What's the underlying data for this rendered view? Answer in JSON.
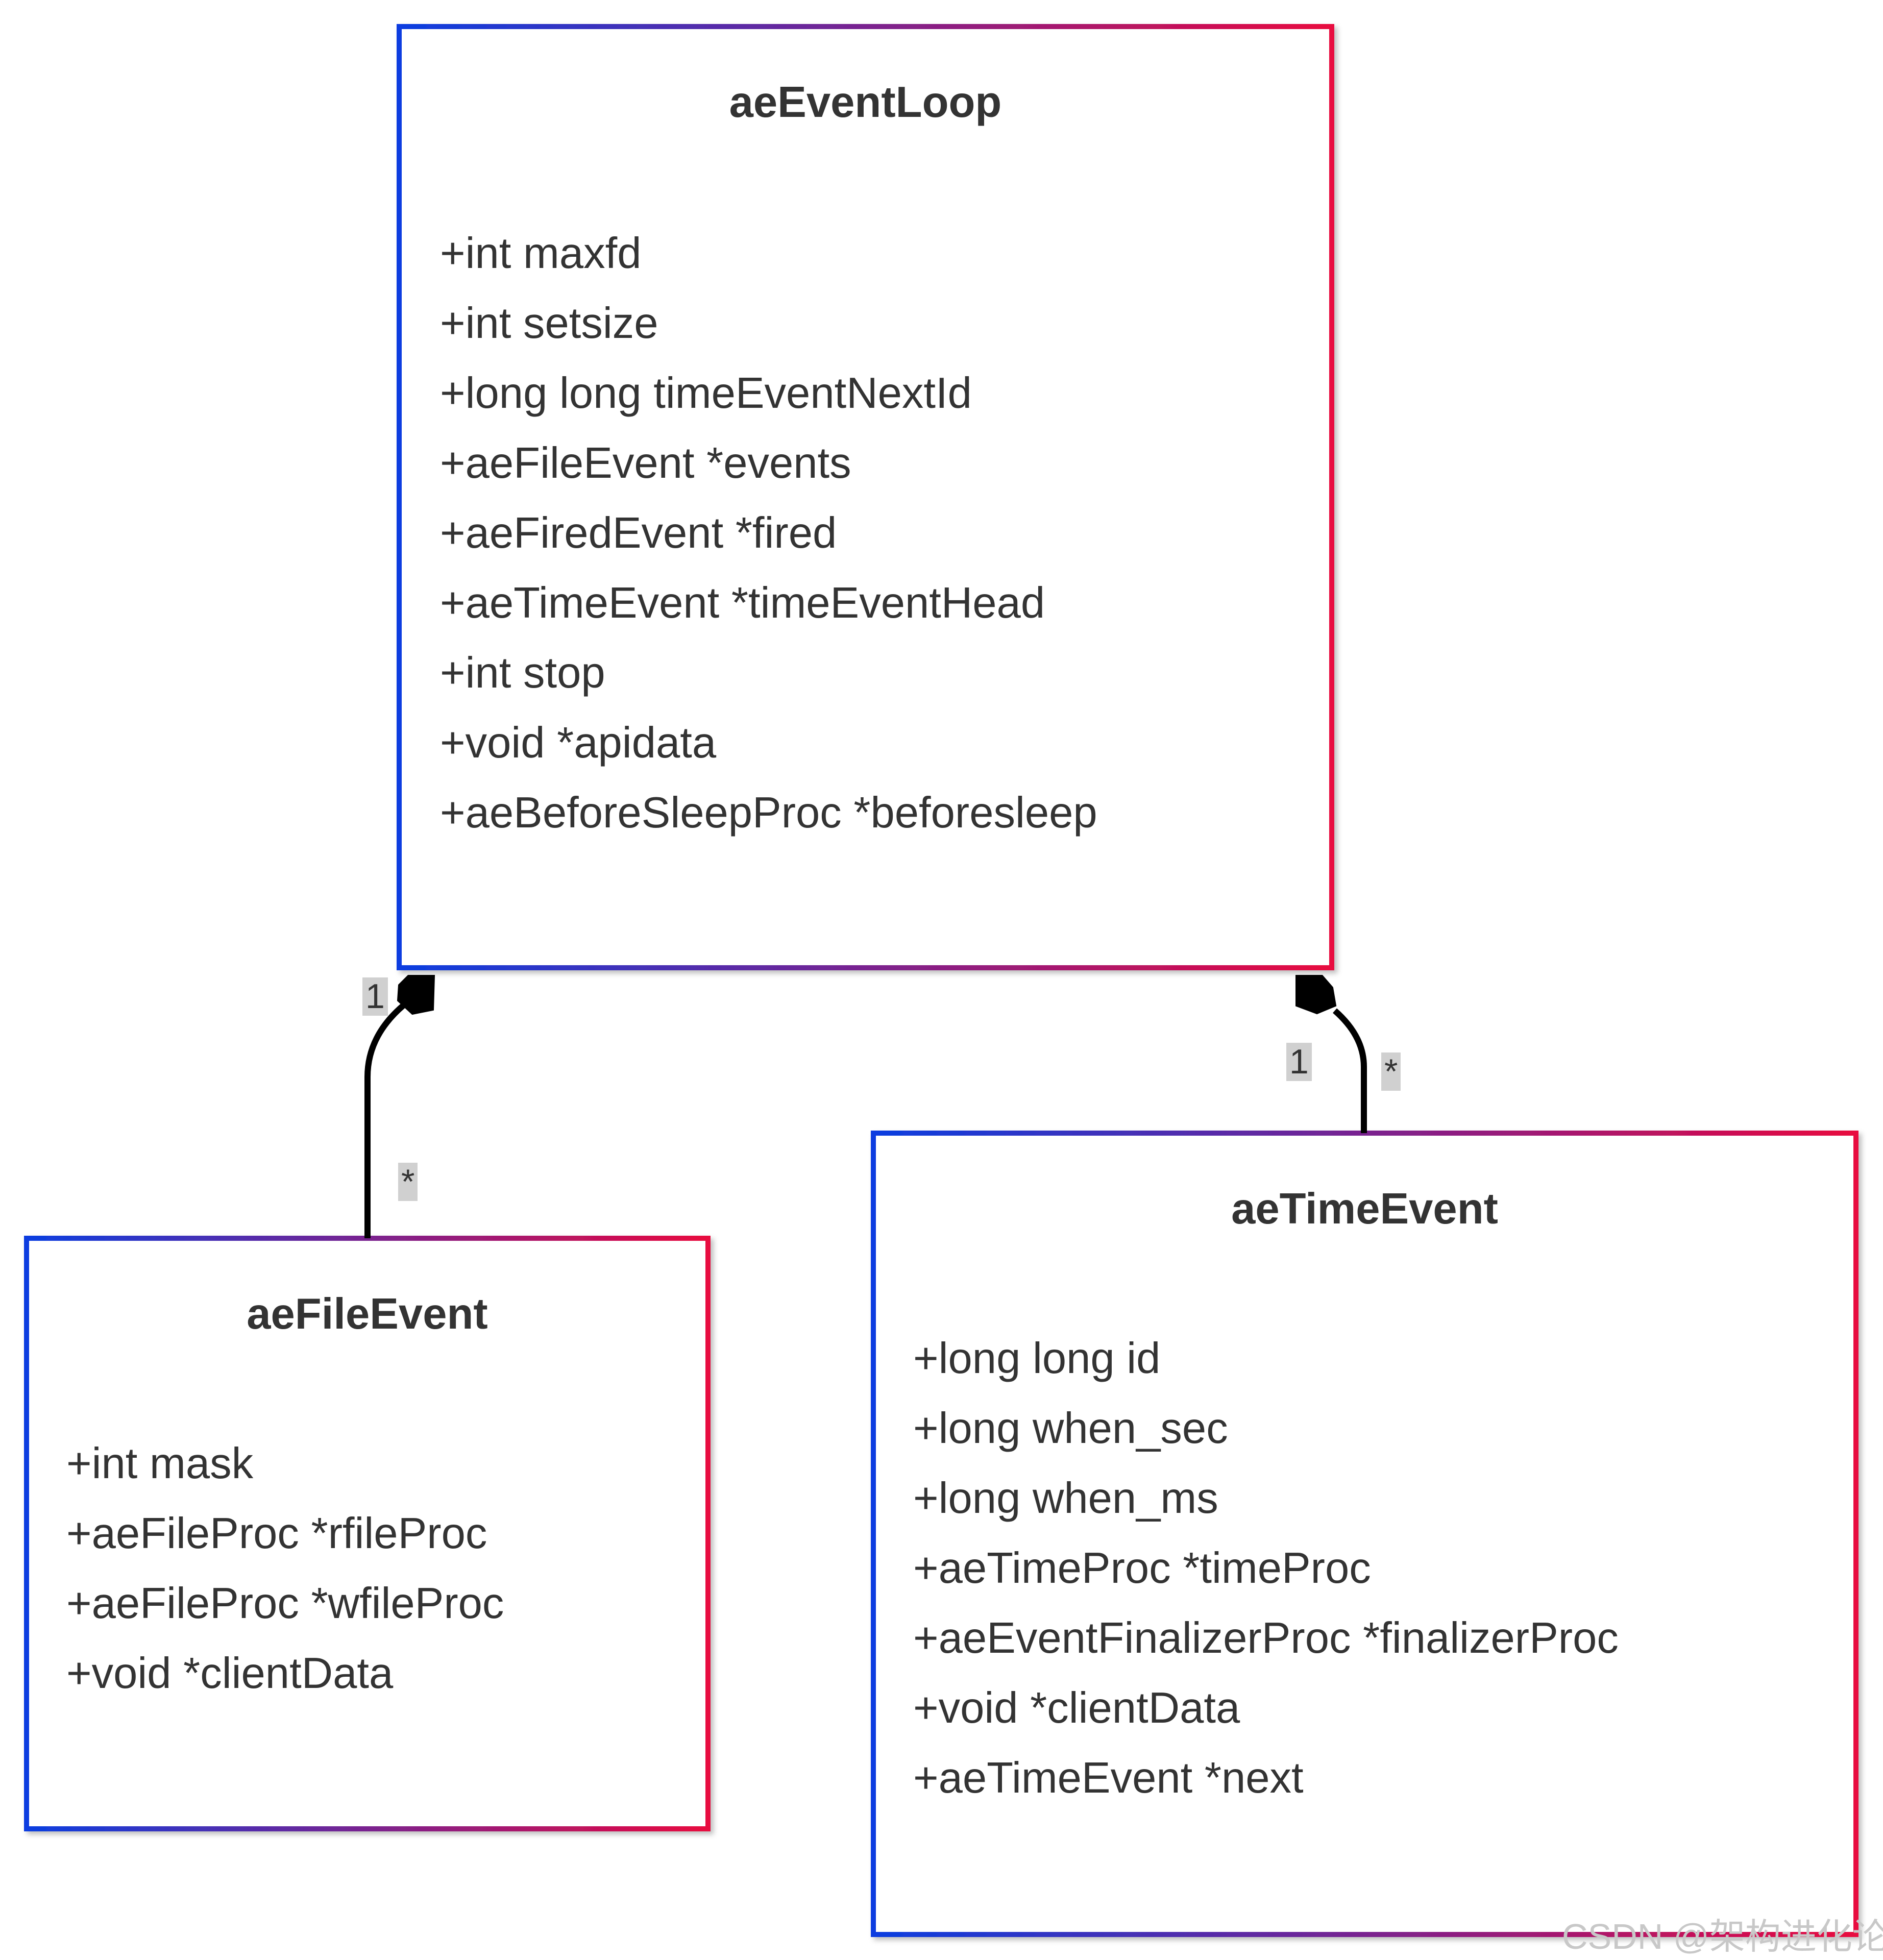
{
  "classes": {
    "loop": {
      "name": "aeEventLoop",
      "attributes": [
        "+int maxfd",
        "+int setsize",
        "+long long timeEventNextId",
        "+aeFileEvent *events",
        "+aeFiredEvent *fired",
        "+aeTimeEvent *timeEventHead",
        "+int stop",
        "+void *apidata",
        "+aeBeforeSleepProc *beforesleep"
      ]
    },
    "file": {
      "name": "aeFileEvent",
      "attributes": [
        "+int mask",
        "+aeFileProc *rfileProc",
        "+aeFileProc *wfileProc",
        "+void *clientData"
      ]
    },
    "time": {
      "name": "aeTimeEvent",
      "attributes": [
        "+long long id",
        "+long when_sec",
        "+long when_ms",
        "+aeTimeProc *timeProc",
        "+aeEventFinalizerProc *finalizerProc",
        "+void *clientData",
        "+aeTimeEvent *next"
      ]
    }
  },
  "relations": {
    "loop_file": {
      "from_mult": "1",
      "to_mult": "*",
      "type": "composition"
    },
    "loop_time": {
      "from_mult": "1",
      "to_mult": "*",
      "type": "composition"
    }
  },
  "watermark": "CSDN @架构进化论",
  "colors": {
    "border_start": "#0b3ee0",
    "border_end": "#e8083f",
    "text": "#333333",
    "label_bg": "#d0d0d0",
    "line": "#000000"
  }
}
